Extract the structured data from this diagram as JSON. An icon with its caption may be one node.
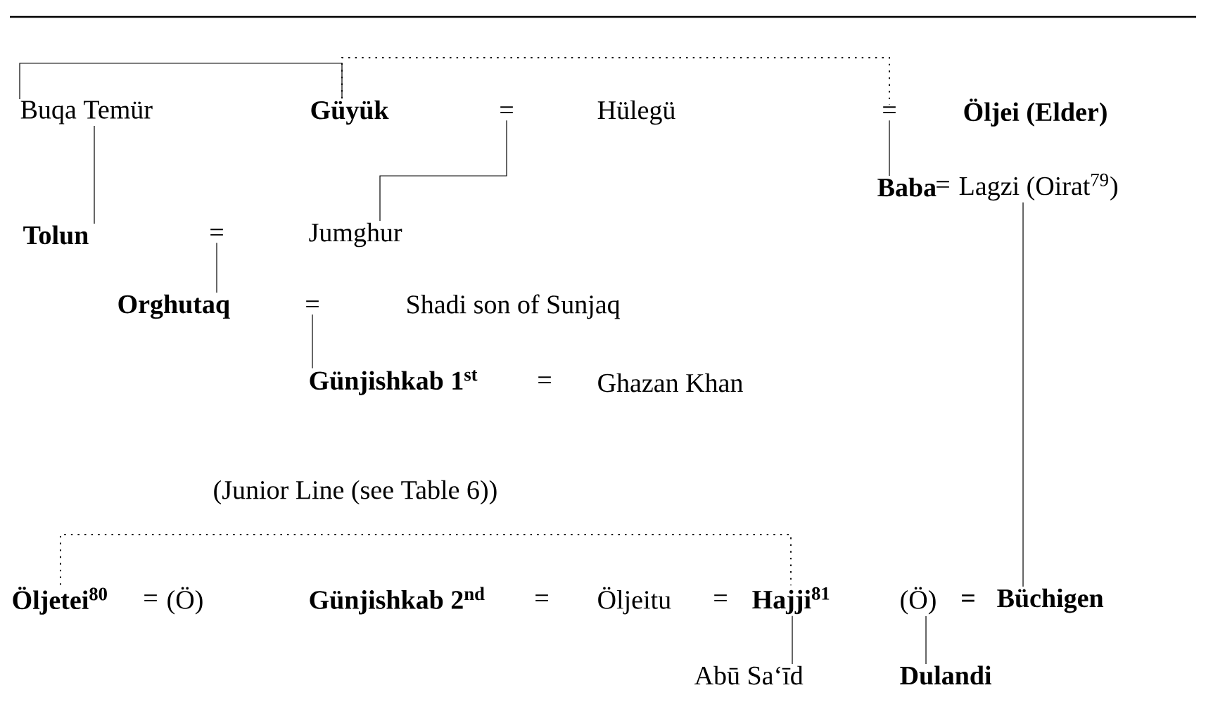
{
  "diagram": {
    "nodes": [
      {
        "text": [
          "Buqa Temür"
        ]
      },
      {
        "text": [
          "Güyük"
        ]
      },
      {
        "text": [
          "="
        ]
      },
      {
        "text": [
          "Hülegü"
        ]
      },
      {
        "text": [
          "="
        ]
      },
      {
        "text": [
          "Öljei (Elder)"
        ]
      },
      {
        "text": [
          "Baba"
        ]
      },
      {
        "text": [
          "Lagzi (Oirat$^{79}$)"
        ]
      },
      {
        "text": [
          "Tolun"
        ]
      },
      {
        "text": [
          "="
        ]
      },
      {
        "text": [
          "Jumghur"
        ]
      },
      {
        "text": [
          "Orghutaq"
        ]
      },
      {
        "text": [
          "="
        ]
      },
      {
        "text": [
          "Shadi son of Sunjaq"
        ]
      },
      {
        "text": [
          "Günjishkab 1$^{st}$"
        ]
      },
      {
        "text": [
          "Ghazan Khan"
        ]
      },
      {
        "text": [
          "Öljetei$^{80}$"
        ]
      },
      {
        "text": [
          "(Ö)"
        ]
      },
      {
        "text": [
          "Günjishkab 2$^{nd}$"
        ]
      },
      {
        "text": [
          "Öljeitu"
        ]
      },
      {
        "text": [
          "Hajji$^{81}$"
        ]
      },
      {
        "text": [
          "(Ö)"
        ]
      },
      {
        "text": [
          "Büchigen"
        ]
      },
      {
        "text": [
          "Abū Sa‘īd"
        ]
      },
      {
        "text": [
          "Dulandi"
        ]
      }
    ],
    "edges": [
      {
        "from": 0,
        "to": 1,
        "arrow": "none"
      },
      {
        "from": 1,
        "to": 4,
        "arrow": "none",
        "style": "dashed"
      },
      {
        "from": 2,
        "to": 10,
        "arrow": "none"
      },
      {
        "from": 0,
        "to": 8,
        "arrow": "none"
      },
      {
        "from": 9,
        "to": 11,
        "arrow": "none"
      },
      {
        "from": 12,
        "to": 14,
        "arrow": "none"
      },
      {
        "from": 4,
        "to": 6,
        "arrow": "none"
      },
      {
        "from": 7,
        "to": 22,
        "arrow": "none"
      },
      {
        "from": 16,
        "to": 20,
        "arrow": "none",
        "style": "dashed"
      },
      {
        "from": 20,
        "to": 23,
        "arrow": "none"
      },
      {
        "from": 21,
        "to": 24,
        "arrow": "none"
      }
    ],
    "labels": [
      "=",
      "=",
      "(Junior Line (see Table 6))",
      "=",
      "=",
      "=",
      "="
    ]
  }
}
